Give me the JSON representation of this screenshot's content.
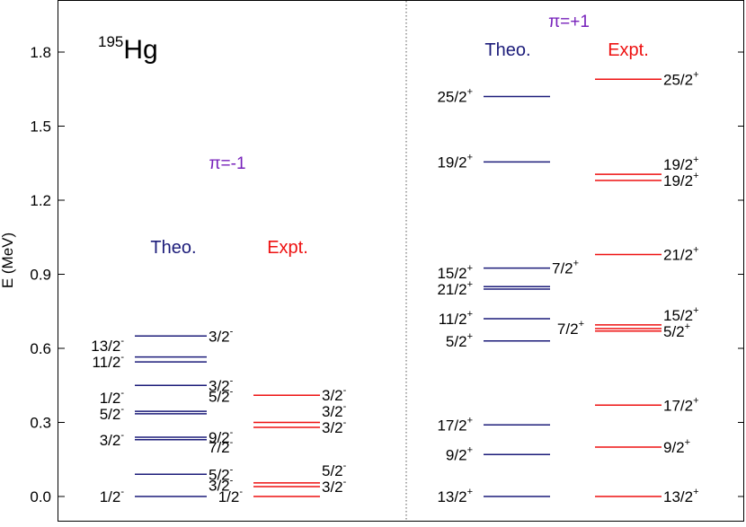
{
  "colors": {
    "theory": "#1c1c7a",
    "experiment": "#ee1111",
    "parity": "#7722bb",
    "axis": "#000000"
  },
  "chart_data": {
    "type": "level-scheme",
    "nucleus": {
      "mass": "195",
      "symbol": "Hg"
    },
    "ylabel": "E (MeV)",
    "ylim": [
      -0.06,
      1.99
    ],
    "yticks": [
      0.0,
      0.3,
      0.6,
      0.9,
      1.2,
      1.5,
      1.8
    ],
    "ytick_labels": [
      "0.0",
      "0.3",
      "0.6",
      "0.9",
      "1.2",
      "1.5",
      "1.8"
    ],
    "panels": [
      {
        "parity_label": "π=-1",
        "columns": [
          {
            "name": "Theo.",
            "kind": "theory",
            "levels": [
              {
                "energy": 0.0,
                "spin": "1/2",
                "parity": "-",
                "side": "left"
              },
              {
                "energy": 0.09,
                "spin": "5/2",
                "parity": "-",
                "side": "right"
              },
              {
                "energy": 0.23,
                "spin": "3/2",
                "parity": "-",
                "side": "left"
              },
              {
                "energy": 0.24,
                "spin": "9/2",
                "parity": "-",
                "side": "right"
              },
              {
                "energy": 0.335,
                "spin": "5/2",
                "parity": "-",
                "side": "left"
              },
              {
                "energy": 0.345,
                "spin": "1/2",
                "parity": "-",
                "side": "left"
              },
              {
                "energy": 0.45,
                "spin": "3/2",
                "parity": "-",
                "side": "right"
              },
              {
                "energy": 0.545,
                "spin": "11/2",
                "parity": "-",
                "side": "left"
              },
              {
                "energy": 0.565,
                "spin": "13/2",
                "parity": "-",
                "side": "left"
              },
              {
                "energy": 0.65,
                "spin": "3/2",
                "parity": "-",
                "side": "right"
              }
            ],
            "extra_labels": [
              {
                "spin": "3/2",
                "parity": "-",
                "label_energy": 0.045,
                "side": "right"
              },
              {
                "spin": "7/2",
                "parity": "-",
                "label_energy": 0.2,
                "side": "right"
              },
              {
                "spin": "5/2",
                "parity": "-",
                "label_energy": 0.405,
                "side": "right"
              }
            ]
          },
          {
            "name": "Expt.",
            "kind": "experiment",
            "levels": [
              {
                "energy": 0.0,
                "spin": "1/2",
                "parity": "-",
                "side": "left"
              },
              {
                "energy": 0.04,
                "spin": "3/2",
                "parity": "-",
                "side": "right"
              },
              {
                "energy": 0.055,
                "spin": "5/2",
                "parity": "-",
                "side": "right"
              },
              {
                "energy": 0.28,
                "spin": "3/2",
                "parity": "-",
                "side": "right"
              },
              {
                "energy": 0.3,
                "spin": "3/2",
                "parity": "-",
                "side": "right"
              },
              {
                "energy": 0.41,
                "spin": "3/2",
                "parity": "-",
                "side": "right"
              }
            ]
          }
        ]
      },
      {
        "parity_label": "π=+1",
        "columns": [
          {
            "name": "Theo.",
            "kind": "theory",
            "levels": [
              {
                "energy": 0.0,
                "spin": "13/2",
                "parity": "+",
                "side": "left"
              },
              {
                "energy": 0.17,
                "spin": "9/2",
                "parity": "+",
                "side": "left"
              },
              {
                "energy": 0.29,
                "spin": "17/2",
                "parity": "+",
                "side": "left"
              },
              {
                "energy": 0.63,
                "spin": "5/2",
                "parity": "+",
                "side": "left"
              },
              {
                "energy": 0.72,
                "spin": "11/2",
                "parity": "+",
                "side": "left"
              },
              {
                "energy": 0.84,
                "spin": "21/2",
                "parity": "+",
                "side": "left"
              },
              {
                "energy": 0.85,
                "spin": "15/2",
                "parity": "+",
                "side": "left"
              },
              {
                "energy": 0.925,
                "spin": "7/2",
                "parity": "+",
                "side": "right"
              },
              {
                "energy": 1.355,
                "spin": "19/2",
                "parity": "+",
                "side": "left"
              },
              {
                "energy": 1.62,
                "spin": "25/2",
                "parity": "+",
                "side": "left"
              }
            ]
          },
          {
            "name": "Expt.",
            "kind": "experiment",
            "levels": [
              {
                "energy": 0.0,
                "spin": "13/2",
                "parity": "+",
                "side": "right"
              },
              {
                "energy": 0.2,
                "spin": "9/2",
                "parity": "+",
                "side": "right"
              },
              {
                "energy": 0.37,
                "spin": "17/2",
                "parity": "+",
                "side": "right"
              },
              {
                "energy": 0.67,
                "spin": "5/2",
                "parity": "+",
                "side": "right"
              },
              {
                "energy": 0.68,
                "spin": "7/2",
                "parity": "+",
                "side": "left"
              },
              {
                "energy": 0.695,
                "spin": "15/2",
                "parity": "+",
                "side": "right"
              },
              {
                "energy": 0.98,
                "spin": "21/2",
                "parity": "+",
                "side": "right"
              },
              {
                "energy": 1.28,
                "spin": "19/2",
                "parity": "+",
                "side": "right"
              },
              {
                "energy": 1.305,
                "spin": "19/2",
                "parity": "+",
                "side": "right"
              },
              {
                "energy": 1.69,
                "spin": "25/2",
                "parity": "+",
                "side": "right"
              }
            ]
          }
        ]
      }
    ]
  }
}
